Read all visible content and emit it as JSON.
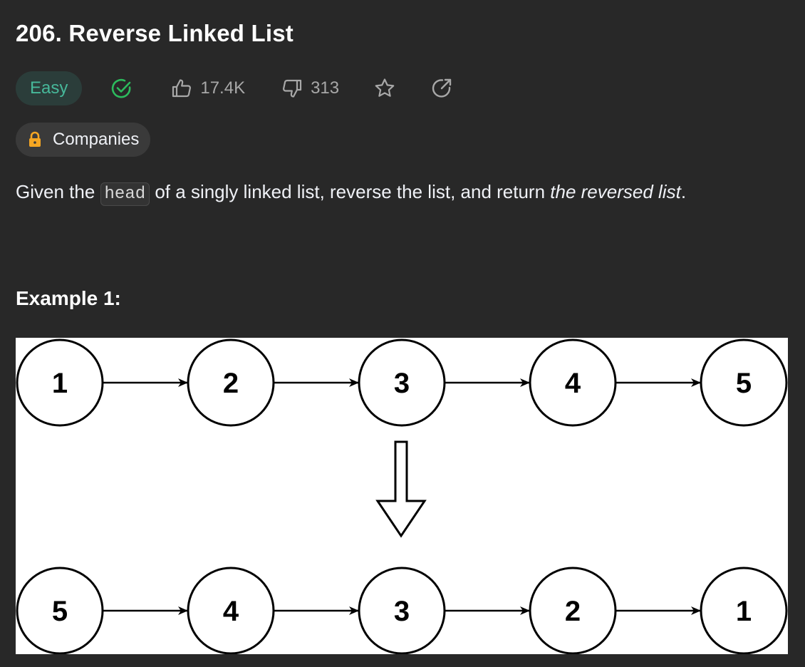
{
  "problem": {
    "title": "206. Reverse Linked List",
    "difficulty": "Easy",
    "likes": "17.4K",
    "dislikes": "313",
    "companies_label": "Companies"
  },
  "description": {
    "prefix": "Given the ",
    "code": "head",
    "middle": " of a singly linked list, reverse the list, and return ",
    "emphasis": "the reversed list",
    "suffix": "."
  },
  "example": {
    "heading": "Example 1:",
    "input_list": [
      "1",
      "2",
      "3",
      "4",
      "5"
    ],
    "output_list": [
      "5",
      "4",
      "3",
      "2",
      "1"
    ]
  },
  "colors": {
    "easy": "#47b89a",
    "solved": "#2cbb5d",
    "lock": "#f5a623"
  }
}
